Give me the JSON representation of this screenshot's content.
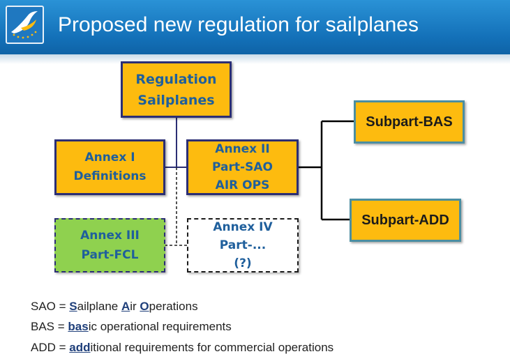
{
  "header": {
    "title": "Proposed new regulation for sailplanes",
    "background": "#1370b8"
  },
  "logo": {
    "icon": "easa-bird-logo-icon"
  },
  "colors": {
    "box_fill": "#fdbb0f",
    "box_border": "#2b2e74",
    "annex3_fill": "#8fd14f",
    "box_text": "#1f5f9c",
    "subpart_border": "#4b8ea1"
  },
  "diagram": {
    "regulation": {
      "line1": "Regulation",
      "line2": "Sailplanes"
    },
    "annex1": {
      "line1": "Annex I",
      "line2": "Definitions"
    },
    "annex2": {
      "line1": "Annex II",
      "line2": "Part-SAO",
      "line3": "AIR OPS"
    },
    "annex3": {
      "line1": "Annex III",
      "line2": "Part-FCL"
    },
    "annex4": {
      "line1": "Annex IV",
      "line2": "Part-...",
      "line3": "(?)"
    },
    "subpart_bas": "Subpart-BAS",
    "subpart_add": "Subpart-ADD"
  },
  "legend": {
    "sao": {
      "abbr": "SAO",
      "eq": " = ",
      "k1": "S",
      "t1": "ailplane ",
      "k2": "A",
      "t2": "ir ",
      "k3": "O",
      "t3": "perations"
    },
    "bas": {
      "abbr": "BAS",
      "eq": " = ",
      "k1": "bas",
      "t1": "ic operational requirements"
    },
    "add": {
      "abbr": "ADD",
      "eq": " = ",
      "k1": "add",
      "t1": "itional requirements for commercial operations"
    }
  }
}
